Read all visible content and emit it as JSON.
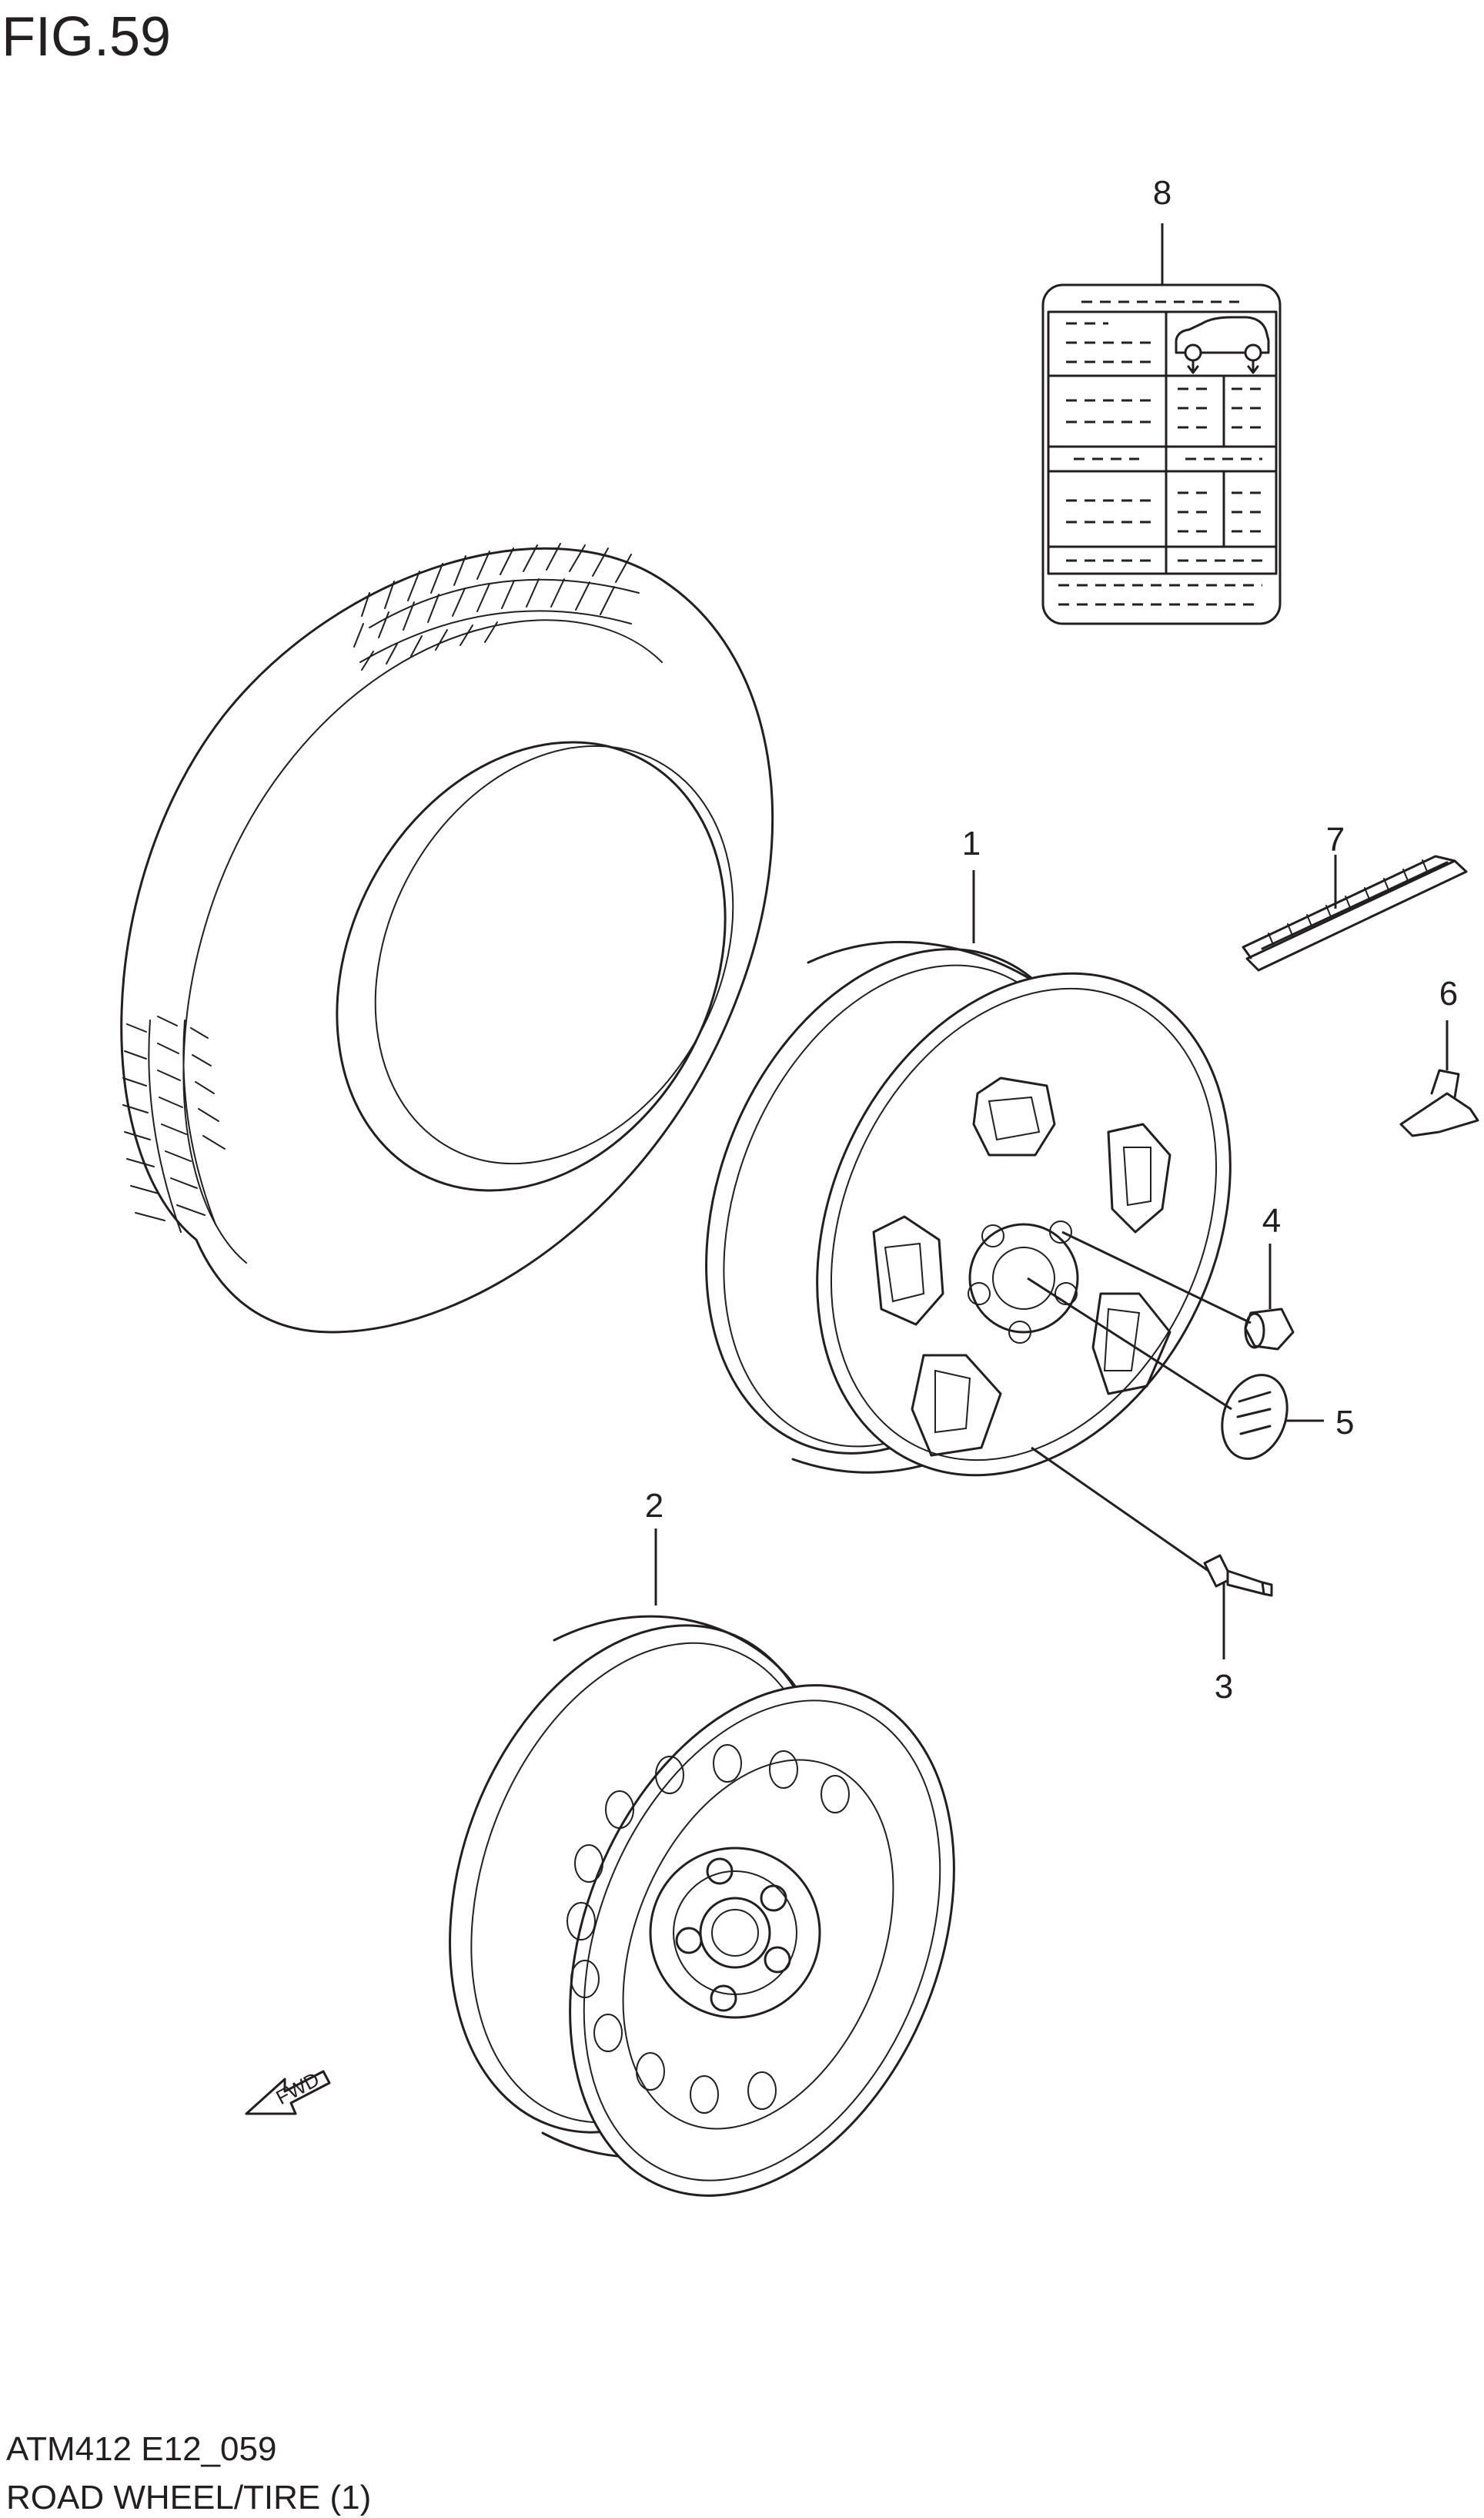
{
  "figure": {
    "title": "FIG.59",
    "code": "ATM412 E12_059",
    "caption": "ROAD WHEEL/TIRE (1)"
  },
  "fwd_label": "FWD",
  "callouts": [
    {
      "id": "1",
      "label": "1",
      "part": "alloy-wheel"
    },
    {
      "id": "2",
      "label": "2",
      "part": "steel-wheel"
    },
    {
      "id": "3",
      "label": "3",
      "part": "valve-stem"
    },
    {
      "id": "4",
      "label": "4",
      "part": "wheel-nut"
    },
    {
      "id": "5",
      "label": "5",
      "part": "center-cap"
    },
    {
      "id": "6",
      "label": "6",
      "part": "balance-weight-clip"
    },
    {
      "id": "7",
      "label": "7",
      "part": "balance-weight-strip"
    },
    {
      "id": "8",
      "label": "8",
      "part": "tire-pressure-label"
    }
  ],
  "colors": {
    "line": "#231f20",
    "background": "#ffffff"
  },
  "icons": {
    "fwd_arrow": "arrow-left-icon",
    "car_on_label": "car-icon"
  }
}
